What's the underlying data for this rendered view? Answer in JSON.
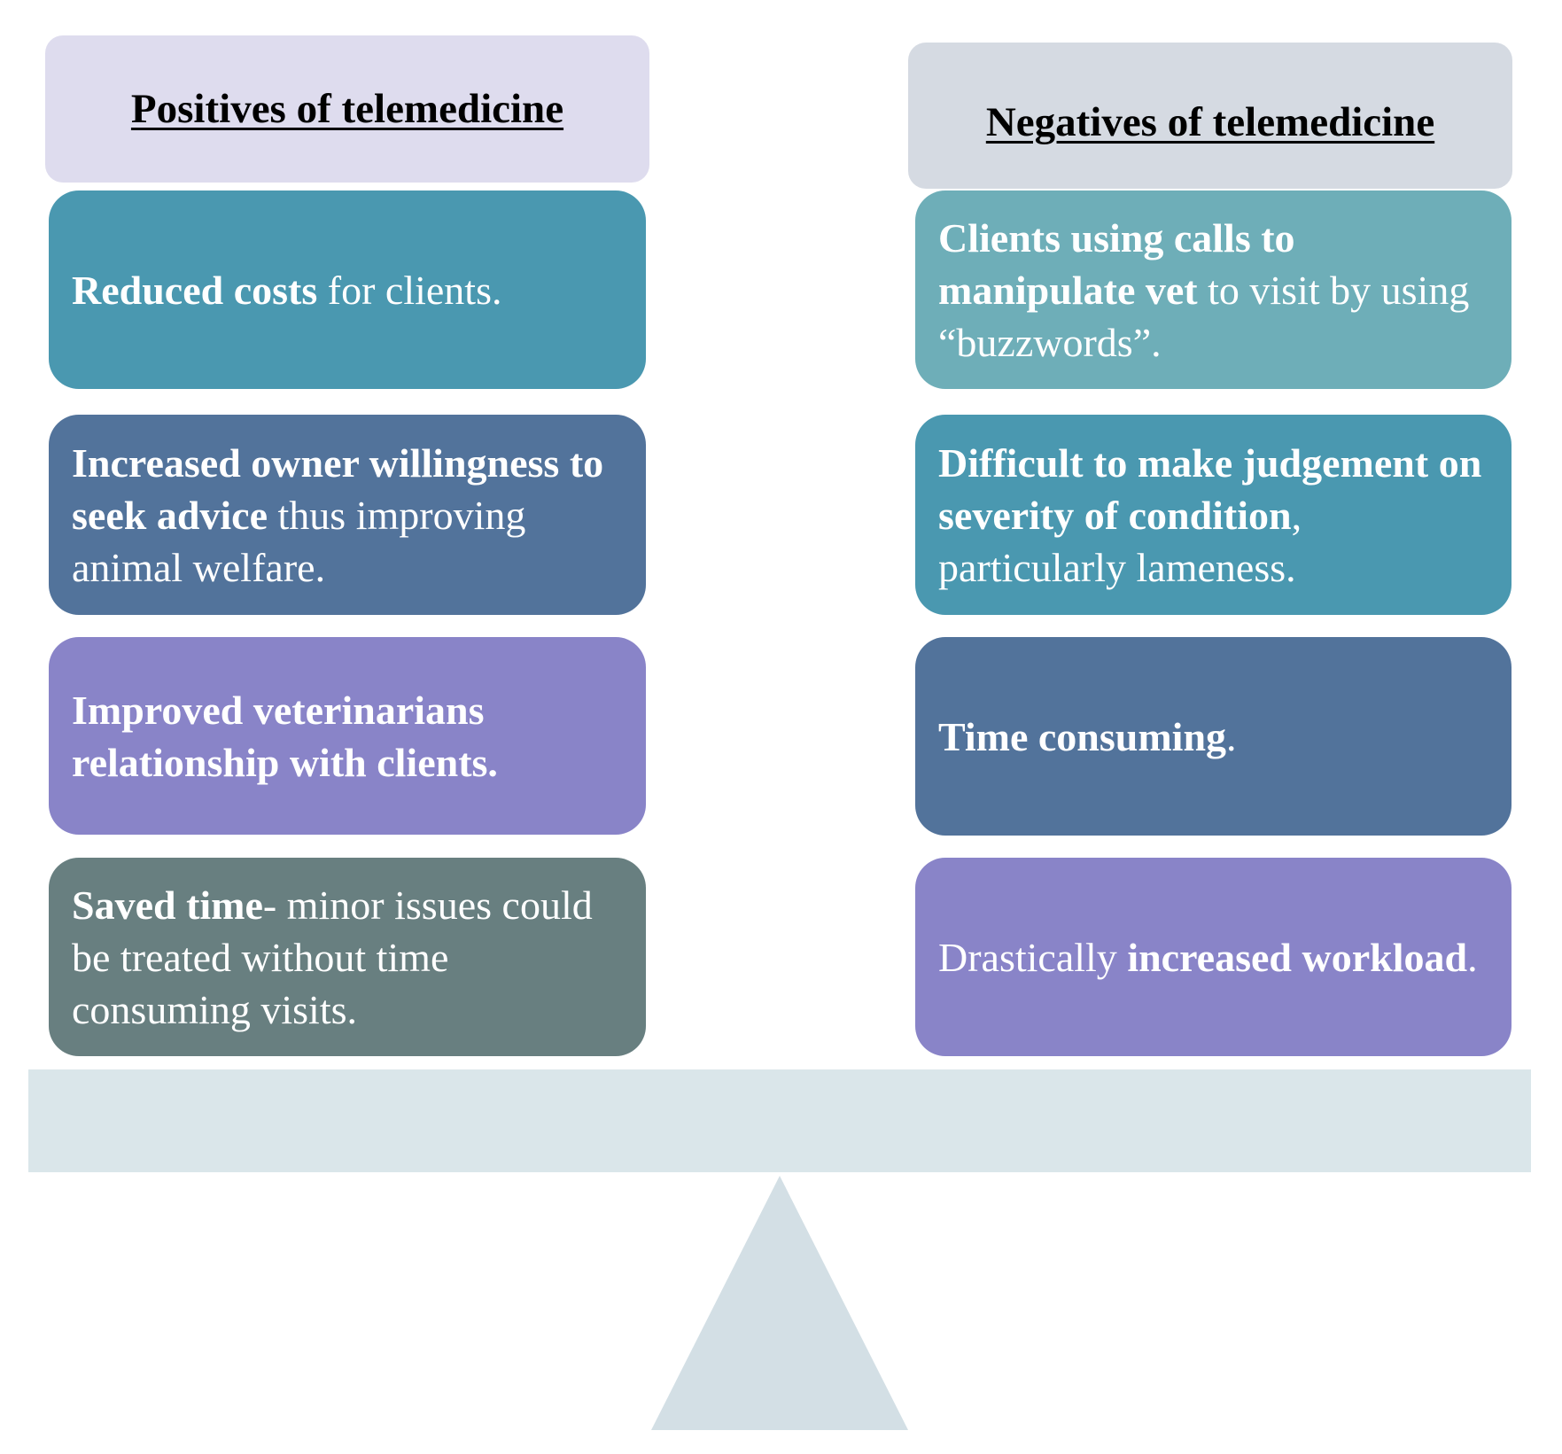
{
  "colors": {
    "positives_header_bg": "#dedcee",
    "negatives_header_bg": "#d5dae2",
    "teal": "#4a98b0",
    "light_teal": "#6eaeb8",
    "slate_blue": "#52739b",
    "lavender": "#8984c8",
    "gray_green": "#687f80",
    "scale_bar": "#dae6ea",
    "fulcrum": "#d3dfe5"
  },
  "positives": {
    "header": "Positives of telemedicine",
    "items": [
      {
        "parts": [
          {
            "text": "Reduced costs",
            "bold": true
          },
          {
            "text": " for clients.",
            "bold": false
          }
        ]
      },
      {
        "parts": [
          {
            "text": "Increased owner willingness to seek advice",
            "bold": true
          },
          {
            "text": " thus improving animal welfare.",
            "bold": false
          }
        ]
      },
      {
        "parts": [
          {
            "text": "Improved veterinarians relationship with clients.",
            "bold": true
          }
        ]
      },
      {
        "parts": [
          {
            "text": "Saved time",
            "bold": true
          },
          {
            "text": "- minor issues could be treated without time consuming visits.",
            "bold": false
          }
        ]
      }
    ]
  },
  "negatives": {
    "header": "Negatives of telemedicine",
    "items": [
      {
        "parts": [
          {
            "text": "Clients using calls to manipulate vet",
            "bold": true
          },
          {
            "text": " to visit by using “buzzwords”.",
            "bold": false
          }
        ]
      },
      {
        "parts": [
          {
            "text": "Difficult to make judgement on severity of condition",
            "bold": true
          },
          {
            "text": ", particularly lameness.",
            "bold": false
          }
        ]
      },
      {
        "parts": [
          {
            "text": "Time consuming",
            "bold": true
          },
          {
            "text": ".",
            "bold": false
          }
        ]
      },
      {
        "parts": [
          {
            "text": "Drastically ",
            "bold": false
          },
          {
            "text": "increased workload",
            "bold": true
          },
          {
            "text": ".",
            "bold": false
          }
        ]
      }
    ]
  }
}
